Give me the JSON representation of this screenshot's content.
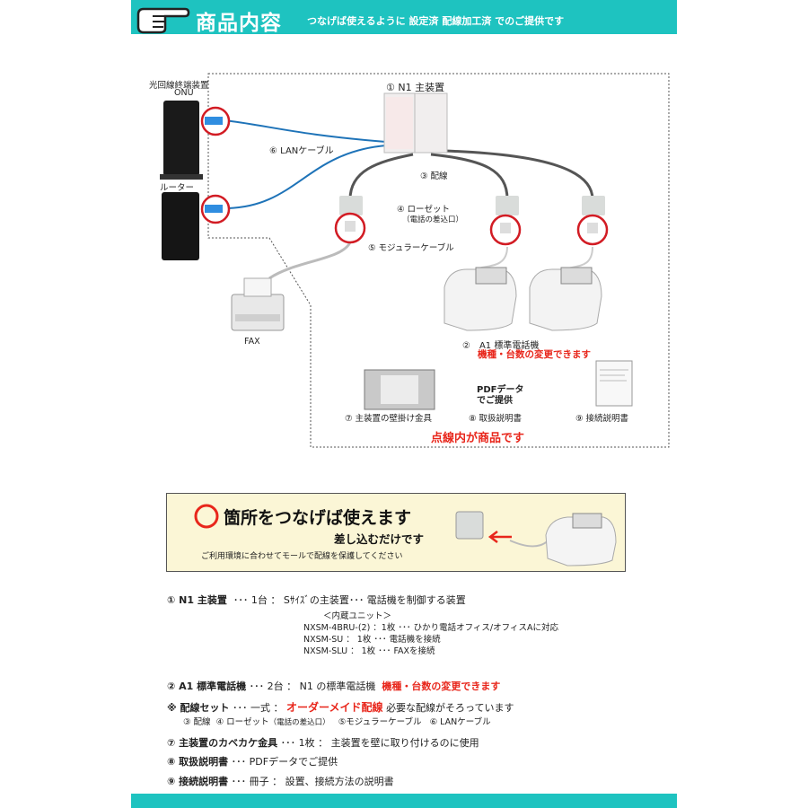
{
  "header": {
    "title": "商品内容",
    "subtitle": "つなげば使えるように 設定済 配線加工済 でのご提供です"
  },
  "diagram": {
    "onu_label_1": "光回線終端装置",
    "onu_label_2": "ONU",
    "router_label": "ルーター",
    "main_unit": "① N1 主装置",
    "lan_cable": "⑥ LANケーブル",
    "wiring": "③ 配線",
    "rosette_1": "④ ローゼット",
    "rosette_2": "（電話の差込口）",
    "modular_cable": "⑤ モジュラーケーブル",
    "fax": "FAX",
    "phone": "②　A1 標準電話機",
    "phone_note": "機種・台数の変更できます",
    "pdf_1": "PDFデータ",
    "pdf_2": "でご提供",
    "bracket": "⑦ 主装置の壁掛け金具",
    "manual": "⑧ 取扱説明書",
    "connection_manual": "⑨ 接続説明書",
    "in_dotted": "点線内が商品です"
  },
  "banner": {
    "headline": "箇所をつなげば使えます",
    "sub": "差し込むだけです",
    "note": "ご利用環境に合わせてモールで配線を保護してください"
  },
  "items": {
    "i1_head": "① N1 主装置",
    "i1_rest": "･･･ 1台 ： Sｻｲｽﾞの主装置･･･ 電話機を制御する装置",
    "i1_sub0": "＜内蔵ユニット＞",
    "i1_sub1": "NXSM-4BRU-(2) ：1枚 ･･･ ひかり電話オフィス/オフィスAに対応",
    "i1_sub2": "NXSM-SU ： 1枚 ･･･ 電話機を接続",
    "i1_sub3": "NXSM-SLU ： 1枚 ･･･ FAXを接続",
    "i2_head": "② A1 標準電話機",
    "i2_rest": "･･･ 2台 ： N1 の標準電話機",
    "i2_red": "機種・台数の変更できます",
    "i3_head": "※ 配線セット",
    "i3_rest": "･･･ 一式 ：",
    "i3_red": "オーダーメイド配線",
    "i3_tail": "必要な配線がそろっています",
    "i3_sub_a": "③ 配線",
    "i3_sub_b": "④ ローゼット",
    "i3_sub_b2": "（電話の差込口）",
    "i3_sub_c": "⑤モジュラーケーブル",
    "i3_sub_d": "⑥ LANケーブル",
    "i7_head": "⑦ 主装置のカベカケ金具",
    "i7_rest": "･･･ 1枚 ： 主装置を壁に取り付けるのに使用",
    "i8_head": "⑧ 取扱説明書",
    "i8_rest": "･･･ PDFデータでご提供",
    "i9_head": "⑨ 接続説明書",
    "i9_rest": "･･･ 冊子 ： 設置、接続方法の説明書"
  },
  "colors": {
    "header": "#1ec3c0",
    "accent_red": "#e8261b",
    "cable_blue": "#1e73b8"
  }
}
